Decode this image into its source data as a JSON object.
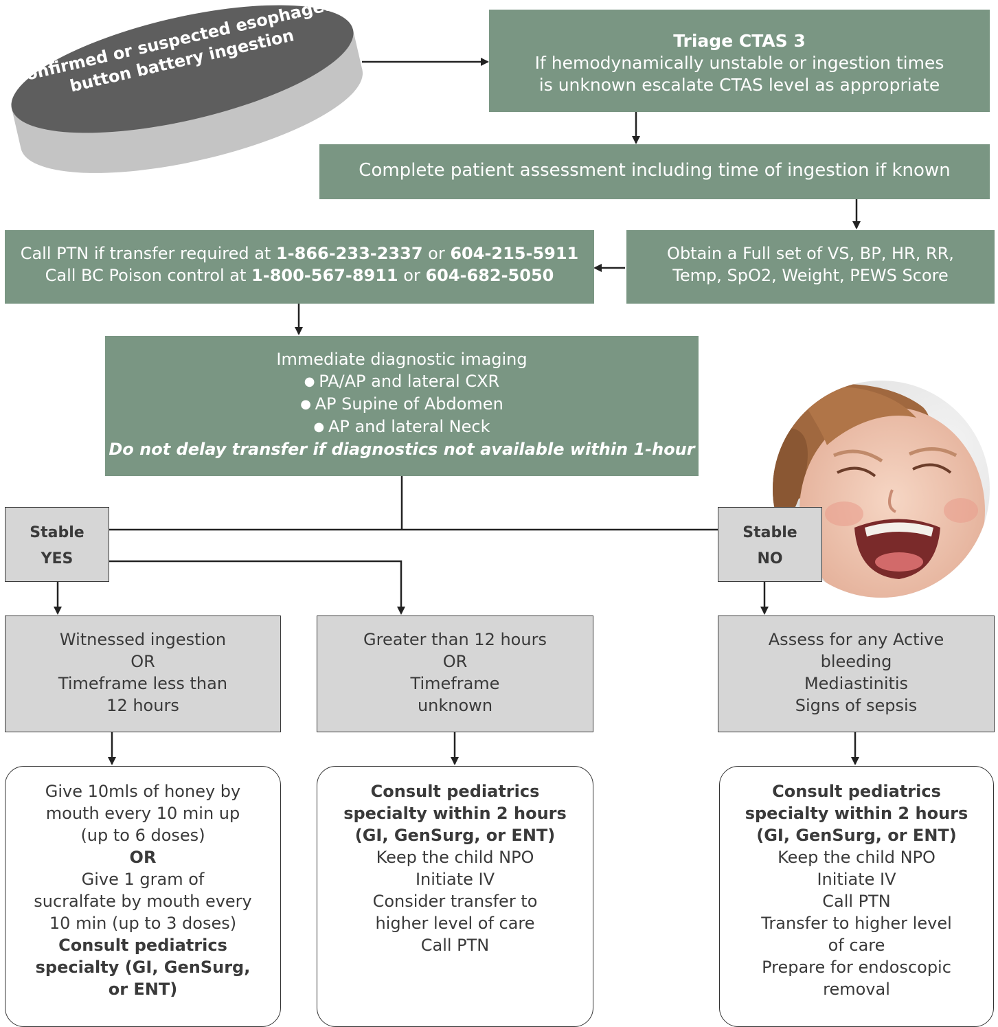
{
  "start": {
    "line1": "Confirmed or suspected esophageal",
    "line2": "button battery ingestion"
  },
  "triage": {
    "title": "Triage CTAS 3",
    "line1": "If hemodynamically unstable or ingestion times",
    "line2": "is unknown escalate CTAS level as appropriate"
  },
  "assessment": {
    "text": "Complete patient assessment including time of ingestion if known"
  },
  "vitals": {
    "line1": "Obtain a Full set of VS, BP, HR, RR,",
    "line2": "Temp, SpO2, Weight, PEWS Score"
  },
  "calls": {
    "ptn_prefix": "Call PTN if transfer required at ",
    "ptn_num1": "1-866-233-2337",
    "ptn_or": " or ",
    "ptn_num2": "604-215-5911",
    "poison_prefix": "Call BC Poison control at ",
    "poison_num1": "1-800-567-8911",
    "poison_or": " or ",
    "poison_num2": "604-682-5050"
  },
  "imaging": {
    "title": "Immediate diagnostic imaging",
    "bullets": [
      "PA/AP and lateral CXR",
      "AP Supine of Abdomen",
      "AP and lateral Neck"
    ],
    "warning": "Do not delay transfer if diagnostics not available within 1-hour"
  },
  "stable_yes": {
    "line1": "Stable",
    "line2": "YES"
  },
  "stable_no": {
    "line1": "Stable",
    "line2": "NO"
  },
  "witnessed": {
    "lines": [
      "Witnessed ingestion",
      "OR",
      "Timeframe less than",
      "12 hours"
    ]
  },
  "greater": {
    "lines": [
      "Greater than 12 hours",
      "OR",
      "Timeframe",
      "unknown"
    ]
  },
  "assess_active": {
    "lines": [
      "Assess for any Active",
      "bleeding",
      "Mediastinitis",
      "Signs of sepsis"
    ]
  },
  "honey": {
    "lines": [
      "Give 10mls of honey by",
      "mouth every 10 min up",
      "(up to 6 doses)"
    ],
    "or": "OR",
    "lines2": [
      "Give 1 gram of",
      "sucralfate by mouth every",
      "10 min (up to 3 doses)"
    ],
    "consult": [
      "Consult pediatrics",
      "specialty (GI, GenSurg,",
      "or ENT)"
    ]
  },
  "consult_mid": {
    "bold": [
      "Consult pediatrics",
      "specialty within 2 hours",
      "(GI, GenSurg, or ENT)"
    ],
    "lines": [
      "Keep the child NPO",
      "Initiate IV",
      "Consider transfer to",
      "higher level of care",
      "Call PTN"
    ]
  },
  "consult_right": {
    "bold": [
      "Consult pediatrics",
      "specialty within 2 hours",
      "(GI, GenSurg, or ENT)"
    ],
    "lines": [
      "Keep the child NPO",
      "Initiate IV",
      "Call PTN",
      "Transfer to higher level",
      "of care",
      "Prepare for endoscopic",
      "removal"
    ]
  },
  "colors": {
    "green": "#7a9683",
    "gray_box": "#d6d6d6",
    "disk_top": "#5e5e5e",
    "disk_side": "#c4c4c4",
    "line": "#222222"
  },
  "icons": [
    "button-battery-disk-icon",
    "crying-child-photo"
  ]
}
